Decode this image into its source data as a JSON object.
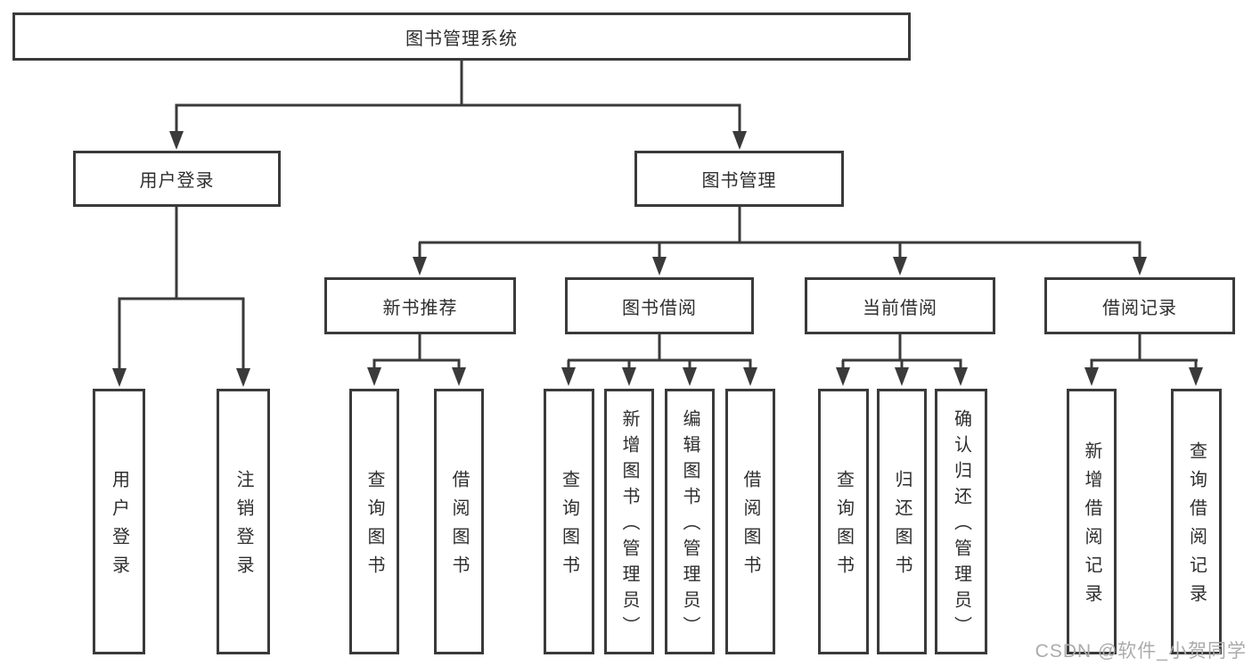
{
  "title": "图书管理系统",
  "watermark": "CSDN @软件_小贺同学",
  "colors": {
    "line": "#3a3a3a",
    "box_border": "#3a3a3a",
    "box_fill": "#ffffff",
    "text": "#2e2e2e",
    "watermark": "#ababab"
  },
  "nodes": {
    "root": {
      "label": "图书管理系统"
    },
    "user_login": {
      "label": "用户登录"
    },
    "book_mgmt": {
      "label": "图书管理"
    },
    "leaf_user_login": {
      "label": "用户登录"
    },
    "leaf_logout": {
      "label": "注销登录"
    },
    "new_book_rec": {
      "label": "新书推荐"
    },
    "book_borrow": {
      "label": "图书借阅"
    },
    "current_borrow": {
      "label": "当前借阅"
    },
    "borrow_record": {
      "label": "借阅记录"
    },
    "rec_query_book": {
      "label": "查询图书"
    },
    "rec_borrow_book": {
      "label": "借阅图书"
    },
    "bb_query_book": {
      "label": "查询图书"
    },
    "bb_add_book": {
      "label": "新增图书（管理员）"
    },
    "bb_edit_book": {
      "label": "编辑图书（管理员）"
    },
    "bb_borrow_book": {
      "label": "借阅图书"
    },
    "cb_query_book": {
      "label": "查询图书"
    },
    "cb_return_book": {
      "label": "归还图书"
    },
    "cb_confirm_return": {
      "label": "确认归还（管理员）"
    },
    "br_add_record": {
      "label": "新增借阅记录"
    },
    "br_query_record": {
      "label": "查询借阅记录"
    }
  }
}
